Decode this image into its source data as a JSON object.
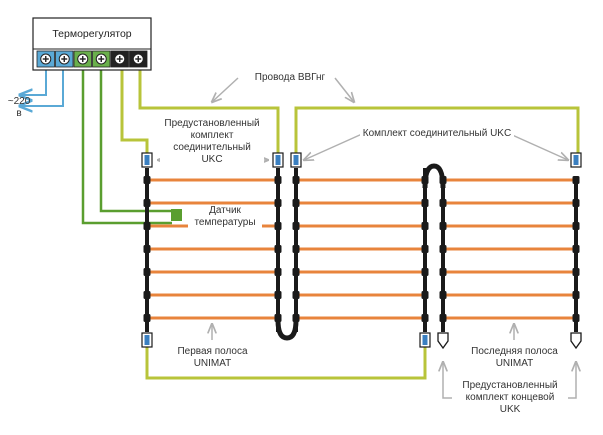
{
  "thermostat": {
    "title": "Терморегулятор",
    "terminals": [
      {
        "color": "#5aa9d6"
      },
      {
        "color": "#5aa9d6"
      },
      {
        "color": "#6ab04c"
      },
      {
        "color": "#6ab04c"
      },
      {
        "color": "#222222"
      },
      {
        "color": "#222222"
      }
    ]
  },
  "labels": {
    "power": "~220\nв",
    "wires": "Провода ВВГнг",
    "preset_kit": "Предустановленный\nкомплект\nсоединительный\nUKC",
    "connecting_kit": "Комплект соединительный UKC",
    "sensor": "Датчик\nтемпературы",
    "first_strip": "Первая полоса\nUNIMAT",
    "last_strip": "Последняя полоса\nUNIMAT",
    "end_kit": "Предустановленный\nкомплект концевой\nUKK"
  },
  "colors": {
    "cable_yellow": "#b8c43a",
    "sensor_green": "#5a9e2f",
    "power_blue": "#5aa9d6",
    "heating_orange": "#e8843c",
    "connector_blue": "#3a7fc0",
    "arrow_gray": "#b0b0b0",
    "busbar": "#1a1a1a"
  }
}
